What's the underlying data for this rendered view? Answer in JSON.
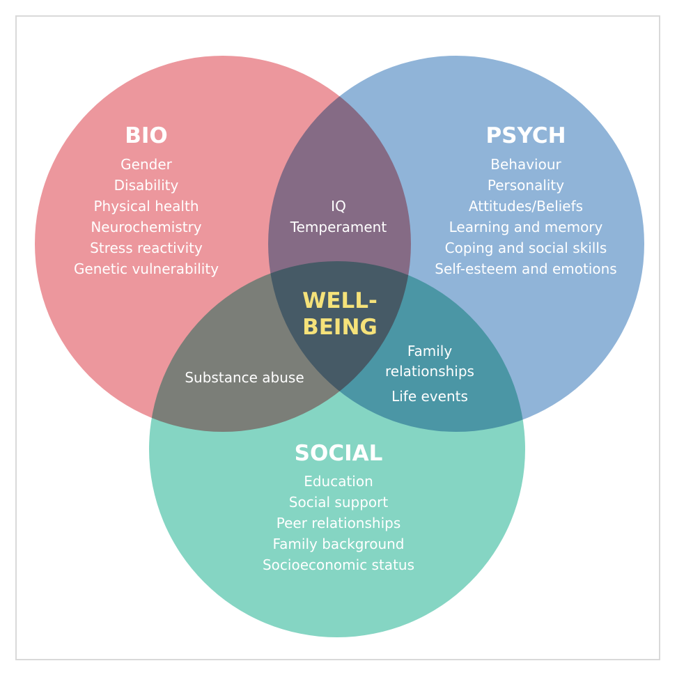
{
  "colors": {
    "bio": "#ec979d",
    "psych": "#90b4d8",
    "social": "#85d5c3",
    "frame": "#d9d9d9",
    "text": "#ffffff",
    "center": "#f5e27a"
  },
  "bio": {
    "title": "BIO",
    "items": [
      "Gender",
      "Disability",
      "Physical health",
      "Neurochemistry",
      "Stress reactivity",
      "Genetic vulnerability"
    ]
  },
  "psych": {
    "title": "PSYCH",
    "items": [
      "Behaviour",
      "Personality",
      "Attitudes/Beliefs",
      "Learning and memory",
      "Coping and social skills",
      "Self-esteem and emotions"
    ]
  },
  "social": {
    "title": "SOCIAL",
    "items": [
      "Education",
      "Social support",
      "Peer relationships",
      "Family background",
      "Socioeconomic status"
    ]
  },
  "overlaps": {
    "bio_psych": [
      "IQ",
      "Temperament"
    ],
    "bio_social": [
      "Substance abuse"
    ],
    "psych_social": [
      "Family",
      "relationships",
      "Life events"
    ]
  },
  "center": {
    "line1": "WELL-",
    "line2": "BEING"
  }
}
